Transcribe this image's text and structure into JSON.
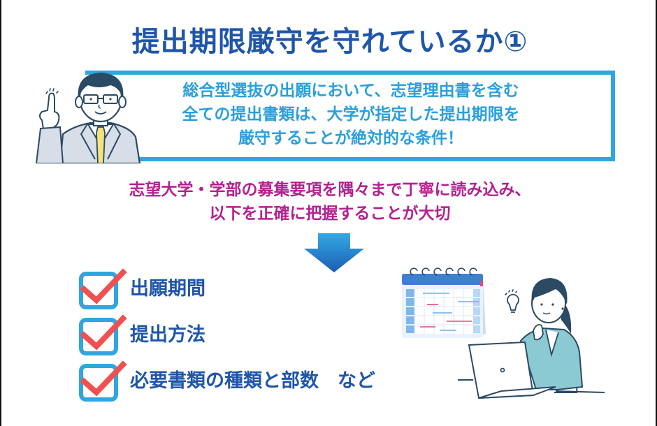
{
  "slide": {
    "title": "提出期限厳守を守れているか①",
    "callout": {
      "lines": [
        "総合型選抜の出願において、志望理由書を含む",
        "全ての提出書類は、大学が指定した提出期限を",
        "厳守することが絶対的な条件！"
      ],
      "illustration": "teacher-pointing-up"
    },
    "emphasis": {
      "lines": [
        "志望大学・学部の募集要項を隅々まで丁寧に読み込み、",
        "以下を正確に把握することが大切"
      ]
    },
    "arrow": "down-arrow-icon",
    "checklist": [
      {
        "label": "出願期間",
        "checked": true
      },
      {
        "label": "提出方法",
        "checked": true
      },
      {
        "label": "必要書類の種類と部数　など",
        "checked": true
      }
    ],
    "illustration_right": "woman-at-laptop-with-calendar"
  },
  "colors": {
    "title": "#1f56a8",
    "callout_border": "#2ea6df",
    "callout_text": "#2a9fdb",
    "emphasis_text": "#b3218f",
    "checkbox_border": "#2ea6df",
    "checkmark": "#f05050",
    "checklist_text": "#1f56a8",
    "arrow_top": "#33a9e2",
    "arrow_bottom": "#1d5db5"
  }
}
